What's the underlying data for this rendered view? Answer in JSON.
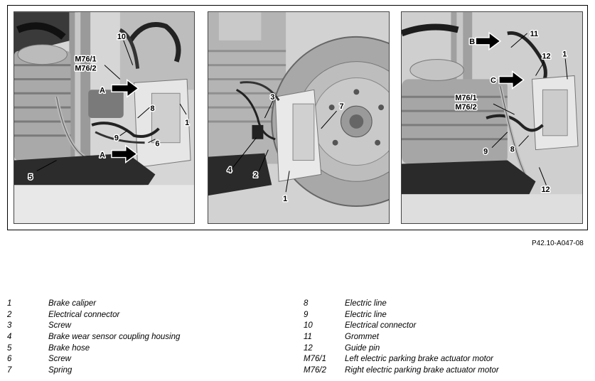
{
  "figure_code": "P42.10-A047-08",
  "panel1_callouts": {
    "c10": "10",
    "m761": "M76/1",
    "m762": "M76/2",
    "a1": "A",
    "c8": "8",
    "c1": "1",
    "c9": "9",
    "c6": "6",
    "a2": "A",
    "c5": "5"
  },
  "panel2_callouts": {
    "c3": "3",
    "c7": "7",
    "c4": "4",
    "c2": "2",
    "c1": "1"
  },
  "panel3_callouts": {
    "b": "B",
    "c11": "11",
    "c12a": "12",
    "c1": "1",
    "c": "C",
    "m761": "M76/1",
    "m762": "M76/2",
    "c9": "9",
    "c8": "8",
    "c12b": "12"
  },
  "legend_left": [
    {
      "num": "1",
      "label": "Brake caliper"
    },
    {
      "num": "2",
      "label": "Electrical connector"
    },
    {
      "num": "3",
      "label": "Screw"
    },
    {
      "num": "4",
      "label": "Brake wear sensor coupling housing"
    },
    {
      "num": "5",
      "label": "Brake hose"
    },
    {
      "num": "6",
      "label": "Screw"
    },
    {
      "num": "7",
      "label": "Spring"
    }
  ],
  "legend_right": [
    {
      "num": "8",
      "label": "Electric line"
    },
    {
      "num": "9",
      "label": "Electric line"
    },
    {
      "num": "10",
      "label": "Electrical connector"
    },
    {
      "num": "11",
      "label": "Grommet"
    },
    {
      "num": "12",
      "label": "Guide pin"
    },
    {
      "num": "M76/1",
      "label": "Left electric parking brake actuator motor"
    },
    {
      "num": "M76/2",
      "label": "Right electric parking brake actuator motor"
    }
  ]
}
